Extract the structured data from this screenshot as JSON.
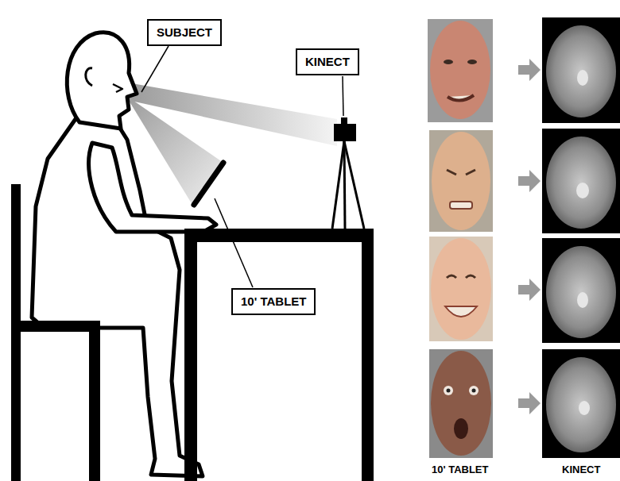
{
  "diagram": {
    "nodes": [
      {
        "text": [
          "SUBJECT"
        ]
      },
      {
        "text": [
          "KINECT"
        ]
      },
      {
        "text": [
          "10' TABLET"
        ]
      }
    ],
    "labels": [
      "10' TABLET",
      "KINECT"
    ]
  }
}
